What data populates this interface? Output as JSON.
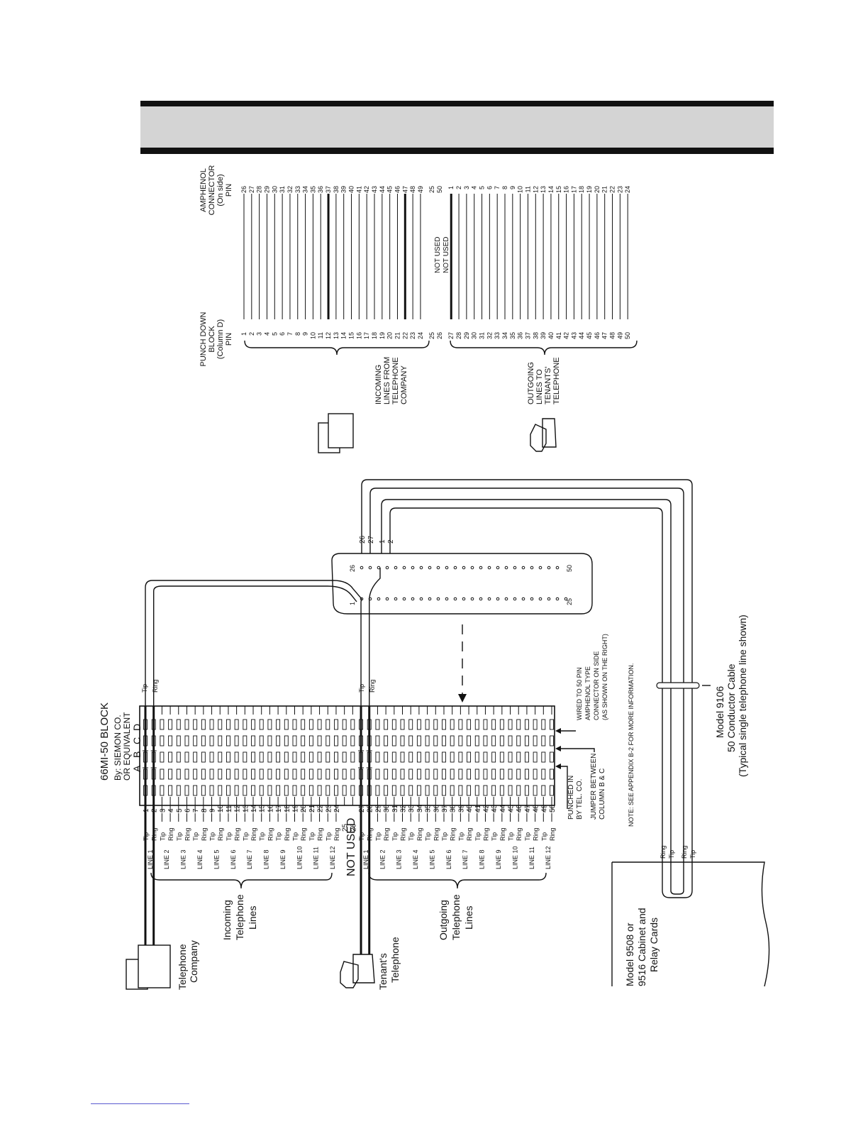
{
  "block": {
    "title": "66MI-50 BLOCK",
    "maker": "By: SIEMON CO.",
    "equiv": "OR EQUIVALENT",
    "columns": [
      "A",
      "B",
      "C",
      "D"
    ]
  },
  "sources": {
    "telco": [
      "Telephone",
      "Company"
    ],
    "tenant": [
      "Tenant's",
      "Telephone"
    ],
    "incoming": [
      "Incoming",
      "Telephone",
      "Lines"
    ],
    "outgoing": [
      "Outgoing",
      "Telephone",
      "Lines"
    ],
    "not_used": "NOT USED"
  },
  "line_labels": [
    "LINE 1",
    "LINE 2",
    "LINE 3",
    "LINE 4",
    "LINE 5",
    "LINE 6",
    "LINE 7",
    "LINE 8",
    "LINE 9",
    "LINE 10",
    "LINE 11",
    "LINE 12"
  ],
  "tip": "Tip",
  "ring": "Ring",
  "block_pins": {
    "incoming": [
      "1",
      "2",
      "3",
      "4",
      "5",
      "6",
      "7",
      "8",
      "9",
      "10",
      "11",
      "12",
      "13",
      "14",
      "15",
      "16",
      "17",
      "18",
      "19",
      "20",
      "21",
      "22",
      "23",
      "24"
    ],
    "unused": [
      "25",
      "26"
    ],
    "outgoing": [
      "27",
      "28",
      "29",
      "30",
      "31",
      "32",
      "33",
      "34",
      "35",
      "36",
      "37",
      "38",
      "39",
      "40",
      "41",
      "42",
      "43",
      "44",
      "45",
      "46",
      "47",
      "48",
      "49",
      "50"
    ]
  },
  "callouts": {
    "punched": [
      "PUNCHED IN",
      "BY TEL. CO."
    ],
    "jumper": [
      "JUMPER BETWEEN",
      "COLUMN B & C"
    ],
    "wired": [
      "WIRED TO 50 PIN",
      "AMPHENOL TYPE",
      "CONNECTOR ON SIDE",
      "(AS SHOWN ON THE RIGHT)"
    ],
    "note": "NOTE: SEE APPENDIX B-2 FOR MORE INFORMATION."
  },
  "connector": {
    "labels": [
      "1",
      "25",
      "26",
      "50"
    ],
    "top_pins": [
      "26",
      "27",
      "1",
      "2"
    ]
  },
  "cabinet": [
    "Model 9508 or",
    "9516 Cabinet and",
    "Relay Cards"
  ],
  "cabinet_wires": [
    "Ring",
    "Tip",
    "Ring",
    "Tip"
  ],
  "cable": [
    "Model 9106",
    "50 Conductor Cable",
    "(Typical single telephone line shown)"
  ],
  "table": {
    "block_header": [
      "PUNCH DOWN",
      "BLOCK",
      "(Column D)",
      "PIN"
    ],
    "amphenol_header": [
      "AMPHENOL",
      "CONNECTOR",
      "(On side)",
      "PIN"
    ],
    "incoming_group": [
      "INCOMING",
      "LINES FROM",
      "TELEPHONE",
      "COMPANY"
    ],
    "outgoing_group": [
      "OUTGOING",
      "LINES TO",
      "TENANTS'",
      "TELEPHONE"
    ],
    "not_used": [
      "NOT USED",
      "NOT USED"
    ],
    "rows": [
      [
        "1",
        "26"
      ],
      [
        "2",
        "27"
      ],
      [
        "3",
        "28"
      ],
      [
        "4",
        "29"
      ],
      [
        "5",
        "30"
      ],
      [
        "6",
        "31"
      ],
      [
        "7",
        "32"
      ],
      [
        "8",
        "33"
      ],
      [
        "9",
        "34"
      ],
      [
        "10",
        "35"
      ],
      [
        "11",
        "36"
      ],
      [
        "12",
        "37"
      ],
      [
        "13",
        "38"
      ],
      [
        "14",
        "39"
      ],
      [
        "15",
        "40"
      ],
      [
        "16",
        "41"
      ],
      [
        "17",
        "42"
      ],
      [
        "18",
        "43"
      ],
      [
        "19",
        "44"
      ],
      [
        "20",
        "45"
      ],
      [
        "21",
        "46"
      ],
      [
        "22",
        "47"
      ],
      [
        "23",
        "48"
      ],
      [
        "24",
        "49"
      ],
      [
        "25",
        "25"
      ],
      [
        "26",
        "50"
      ],
      [
        "27",
        "1"
      ],
      [
        "28",
        "2"
      ],
      [
        "29",
        "3"
      ],
      [
        "30",
        "4"
      ],
      [
        "31",
        "5"
      ],
      [
        "32",
        "6"
      ],
      [
        "33",
        "7"
      ],
      [
        "34",
        "8"
      ],
      [
        "35",
        "9"
      ],
      [
        "36",
        "10"
      ],
      [
        "37",
        "11"
      ],
      [
        "38",
        "12"
      ],
      [
        "39",
        "13"
      ],
      [
        "40",
        "14"
      ],
      [
        "41",
        "15"
      ],
      [
        "42",
        "16"
      ],
      [
        "43",
        "17"
      ],
      [
        "44",
        "18"
      ],
      [
        "45",
        "19"
      ],
      [
        "46",
        "20"
      ],
      [
        "47",
        "21"
      ],
      [
        "48",
        "22"
      ],
      [
        "49",
        "23"
      ],
      [
        "50",
        "24"
      ]
    ]
  }
}
